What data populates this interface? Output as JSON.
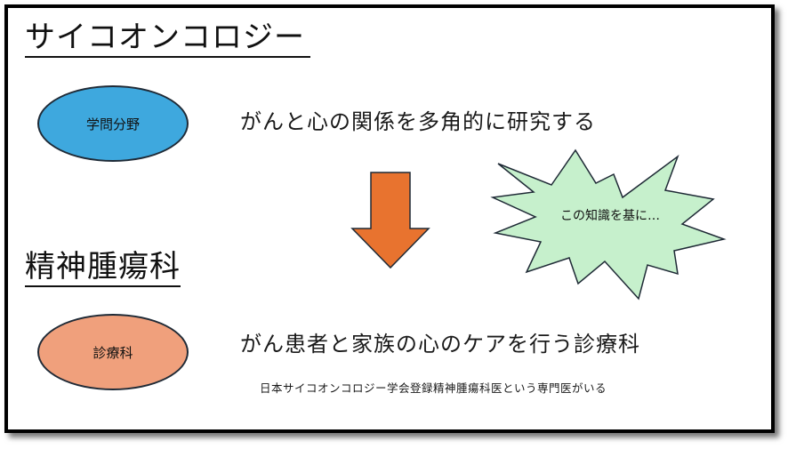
{
  "headings": {
    "psycho_oncology": "サイコオンコロジー",
    "psycho_oncology_dept": "精神腫瘍科"
  },
  "field_oval": {
    "label": "学問分野",
    "color": "#3ea8de"
  },
  "dept_oval": {
    "label": "診療科",
    "color": "#f0a07c"
  },
  "descriptions": {
    "research": "がんと心の関係を多角的に研究する",
    "care": "がん患者と家族の心のケアを行う診療科"
  },
  "note": "日本サイコオンコロジー学会登録精神腫瘍科医という専門医がいる",
  "burst": {
    "label": "この知識を基に…",
    "fill_color": "#c6f0cc"
  },
  "arrow": {
    "direction": "down",
    "fill_color": "#e8732f"
  }
}
